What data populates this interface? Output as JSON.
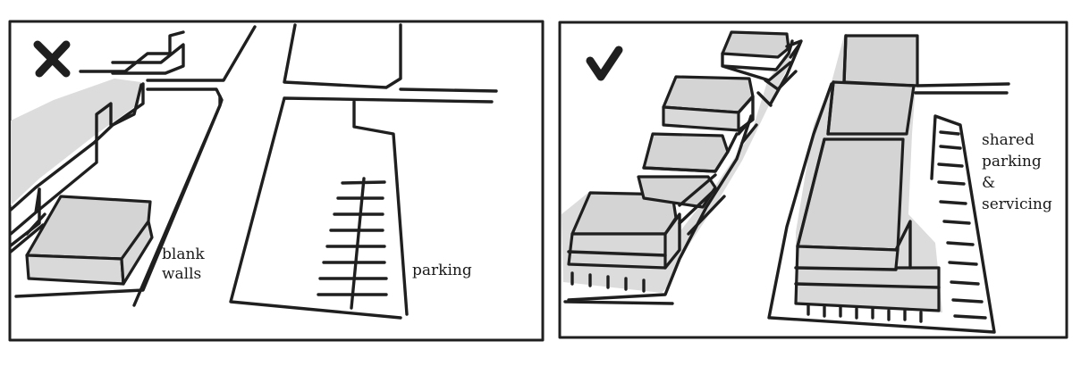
{
  "panels": [
    {
      "id": "bad",
      "symbol": "x-mark-icon",
      "labels": [
        "blank",
        "walls",
        "parking"
      ]
    },
    {
      "id": "good",
      "symbol": "check-mark-icon",
      "labels": [
        "shared",
        "parking",
        "&",
        "servicing"
      ]
    }
  ],
  "colors": {
    "ink": "#1f1f1f",
    "massing": "#d9d9d9",
    "paper": "#ffffff"
  }
}
